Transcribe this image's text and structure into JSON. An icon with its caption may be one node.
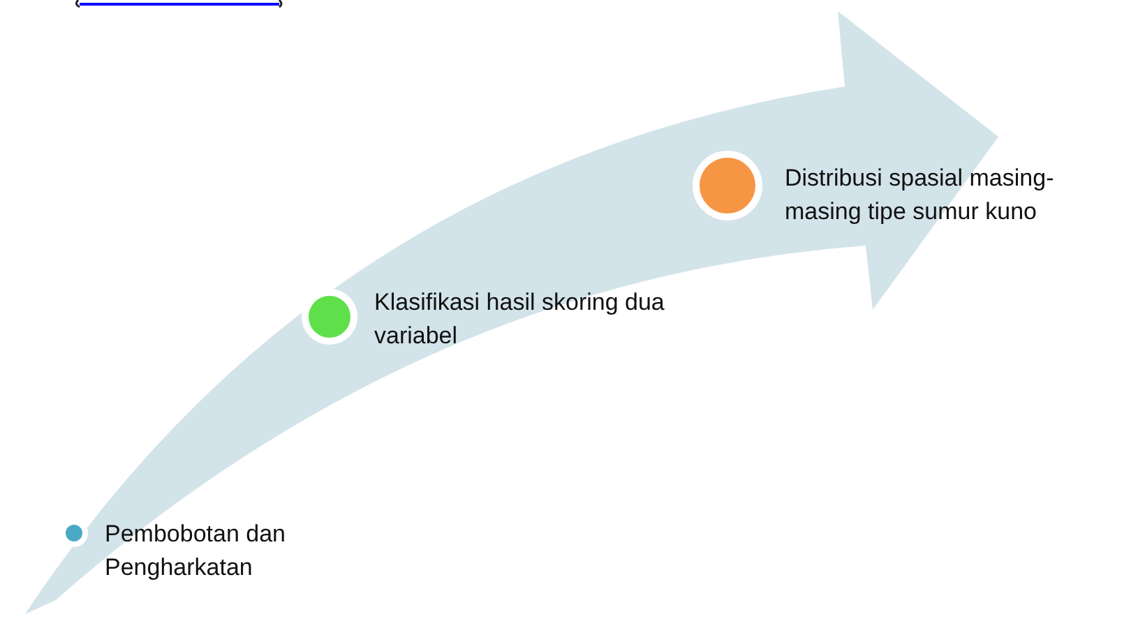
{
  "diagram": {
    "nodes": [
      {
        "text": [
          "Pembobotan dan Pengharkatan"
        ]
      },
      {
        "text": [
          "Klasifikasi hasil skoring dua variabel"
        ]
      },
      {
        "text": [
          "Distribusi spasial masing-masing tipe sumur kuno"
        ]
      }
    ]
  }
}
